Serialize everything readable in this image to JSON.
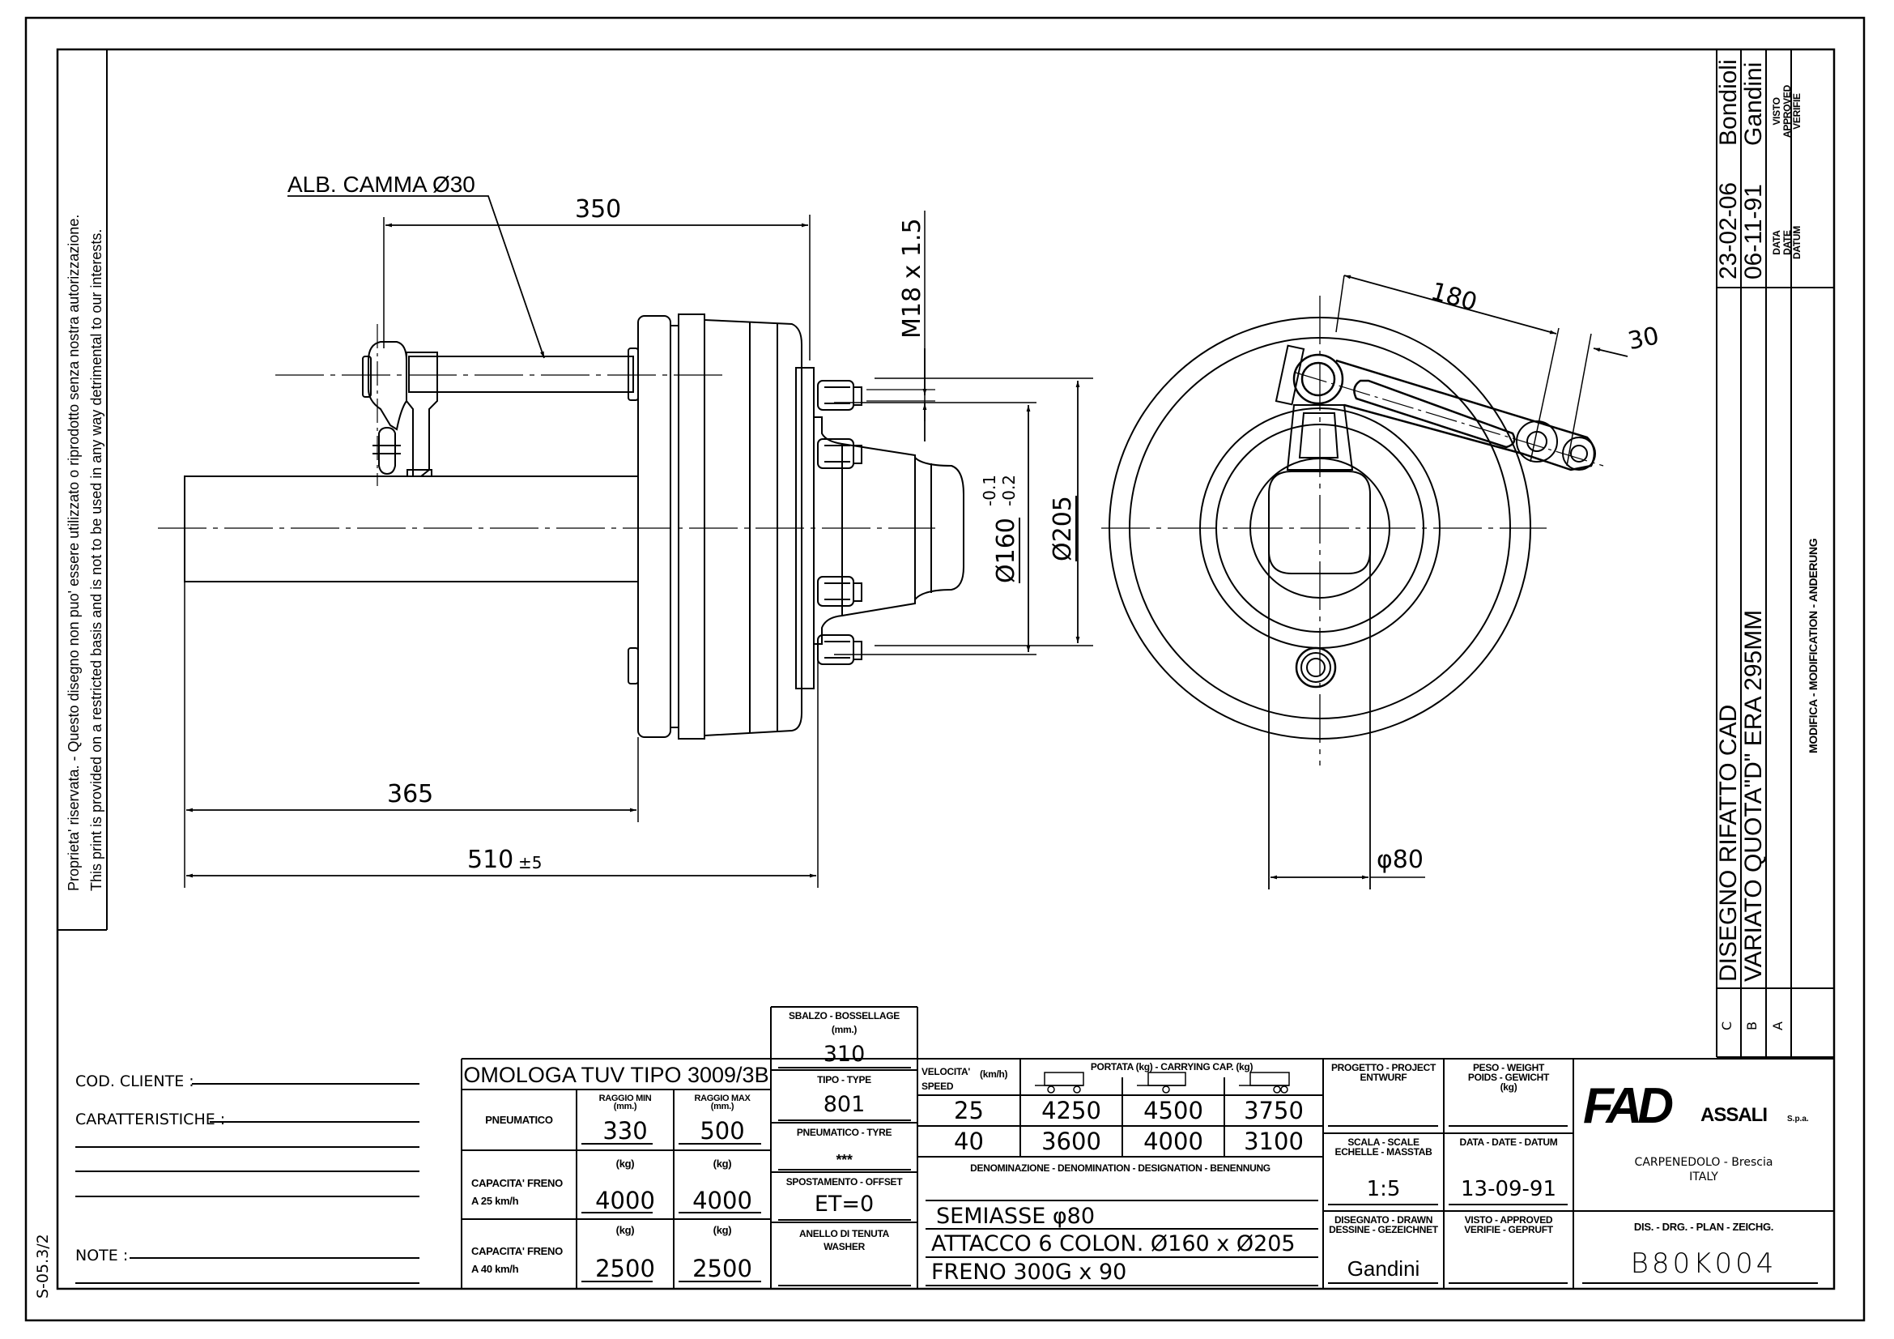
{
  "sheet_ref": "S-05.3/2",
  "disclaimer": {
    "line_it": "Proprieta' riservata. - Questo disegno non puo' essere utilizzato o riprodotto senza nostra autorizzazione.",
    "line_en": "This print is provided on a restricted basis and is not to be used in any way detrimental to our interests."
  },
  "dimensions": {
    "camshaft_label": "ALB. CAMMA Ø30",
    "d350": "350",
    "thread": "M18 x 1.5",
    "d160": "Ø160",
    "d160_tol_upper": "-0.1",
    "d160_tol_lower": "-0.2",
    "d205": "Ø205",
    "d365": "365",
    "d510": "510",
    "d510_tol": "±5",
    "lever_180": "180",
    "lever_30": "30",
    "shaft_phi80": "φ80"
  },
  "customer": {
    "cod_cliente": "COD. CLIENTE :",
    "caratteristiche": "CARATTERISTICHE :",
    "note": "NOTE :"
  },
  "homologation": {
    "title": "OMOLOGA TUV TIPO 3009/3B",
    "rows": [
      {
        "label": "PNEUMATICO",
        "col1_head": "RAGGIO MIN\n(mm.)",
        "col1_val": "330",
        "col2_head": "RAGGIO MAX\n(mm.)",
        "col2_val": "500"
      },
      {
        "label": "CAPACITA' FRENO\nA 25 km/h",
        "col1_head": "(kg)",
        "col1_val": "4000",
        "col2_head": "(kg)",
        "col2_val": "4000"
      },
      {
        "label": "CAPACITA' FRENO\nA 40 km/h",
        "col1_head": "(kg)",
        "col1_val": "2500",
        "col2_head": "(kg)",
        "col2_val": "2500"
      }
    ]
  },
  "specs": {
    "sbalzo_label": "SBALZO - BOSSELLAGE",
    "sbalzo_unit": "(mm.)",
    "sbalzo_val": "310",
    "tipo_label": "TIPO - TYPE",
    "tipo_val": "801",
    "tyre_label": "PNEUMATICO - TYRE",
    "tyre_val": "***",
    "offset_label": "SPOSTAMENTO - OFFSET",
    "offset_val": "ET=0",
    "washer_label": "ANELLO DI TENUTA\nWASHER"
  },
  "capacity": {
    "speed_label": "VELOCITA'\nSPEED",
    "speed_unit": "(km/h)",
    "header": "PORTATA (kg) - CARRYING CAP. (kg)",
    "trailer_icons": [
      "trailer-two-axle-icon",
      "trailer-single-axle-icon",
      "trailer-tandem-axle-icon"
    ],
    "rows": [
      {
        "speed": "25",
        "values": [
          "4250",
          "4500",
          "3750"
        ]
      },
      {
        "speed": "40",
        "values": [
          "3600",
          "4000",
          "3100"
        ]
      }
    ]
  },
  "designation": {
    "label": "DENOMINAZIONE - DENOMINATION - DESIGNATION - BENENNUNG",
    "lines": [
      "SEMIASSE  φ80",
      "ATTACCO 6 COLON. Ø160 x Ø205",
      "FRENO 300G x 90"
    ]
  },
  "admin": {
    "project_label": "PROGETTO - PROJECT\nENTWURF",
    "project_val": "",
    "weight_label": "PESO - WEIGHT\nPOIDS - GEWICHT\n(kg)",
    "weight_val": "",
    "scale_label": "SCALA - SCALE\nECHELLE - MASSTAB",
    "scale_val": "1:5",
    "date_label": "DATA - DATE - DATUM",
    "date_val": "13-09-91",
    "drawn_label": "DISEGNATO - DRAWN\nDESSINE - GEZEICHNET",
    "drawn_val": "Gandini",
    "approved_label": "VISTO - APPROVED\nVERIFIE - GEPRUFT",
    "approved_val": ""
  },
  "company": {
    "logo_main": "FAD",
    "logo_sub": "ASSALI",
    "logo_suffix": "S.p.a.",
    "city": "CARPENEDOLO  - Brescia",
    "country": "ITALY",
    "drawing_no_label": "DIS. - DRG. - PLAN - ZEICHG.",
    "drawing_no": "B80K004"
  },
  "revisions": {
    "header_mod": "MODIFICA - MODIFICATION - ANDERUNG",
    "header_date": "DATA\nDATE\nDATUM",
    "header_visto": "VISTO\nAPPROVED\nVERIFIE",
    "rows": [
      {
        "letter": "C",
        "text": "",
        "date": "",
        "by": ""
      },
      {
        "letter": "B",
        "text": "DISEGNO RIFATTO CAD",
        "date": "23-02-06",
        "by": "Bondioli"
      },
      {
        "letter": "A",
        "text": "VARIATO QUOTA\"D\" ERA 295MM",
        "date": "06-11-91",
        "by": "Gandini"
      }
    ]
  }
}
